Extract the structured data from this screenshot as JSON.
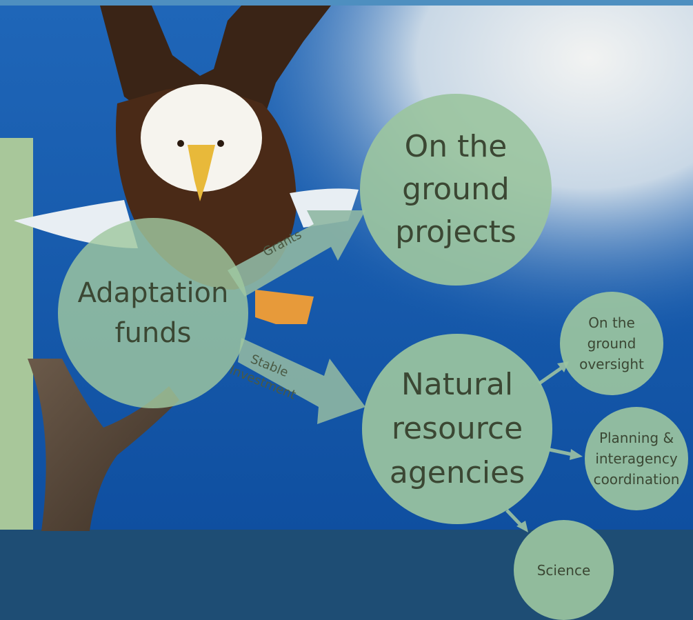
{
  "diagram": {
    "source": "Adaptation funds",
    "nodes": {
      "adaptation_funds": "Adaptation\nfunds",
      "on_the_ground_projects": "On the\nground\nprojects",
      "natural_resource_agencies": "Natural\nresource\nagencies",
      "on_the_ground_oversight": "On the\nground\noversight",
      "planning_coordination": "Planning &\ninteragency\ncoordination",
      "science": "Science"
    },
    "edges": {
      "grants": "Grants",
      "stable_investment": "Stable\nInvestment"
    },
    "colors": {
      "node_fill": "#9bc4a0",
      "node_text": "#3b4733",
      "background_blue": "#1a5aa8",
      "band_dark": "#1e4d74"
    }
  }
}
